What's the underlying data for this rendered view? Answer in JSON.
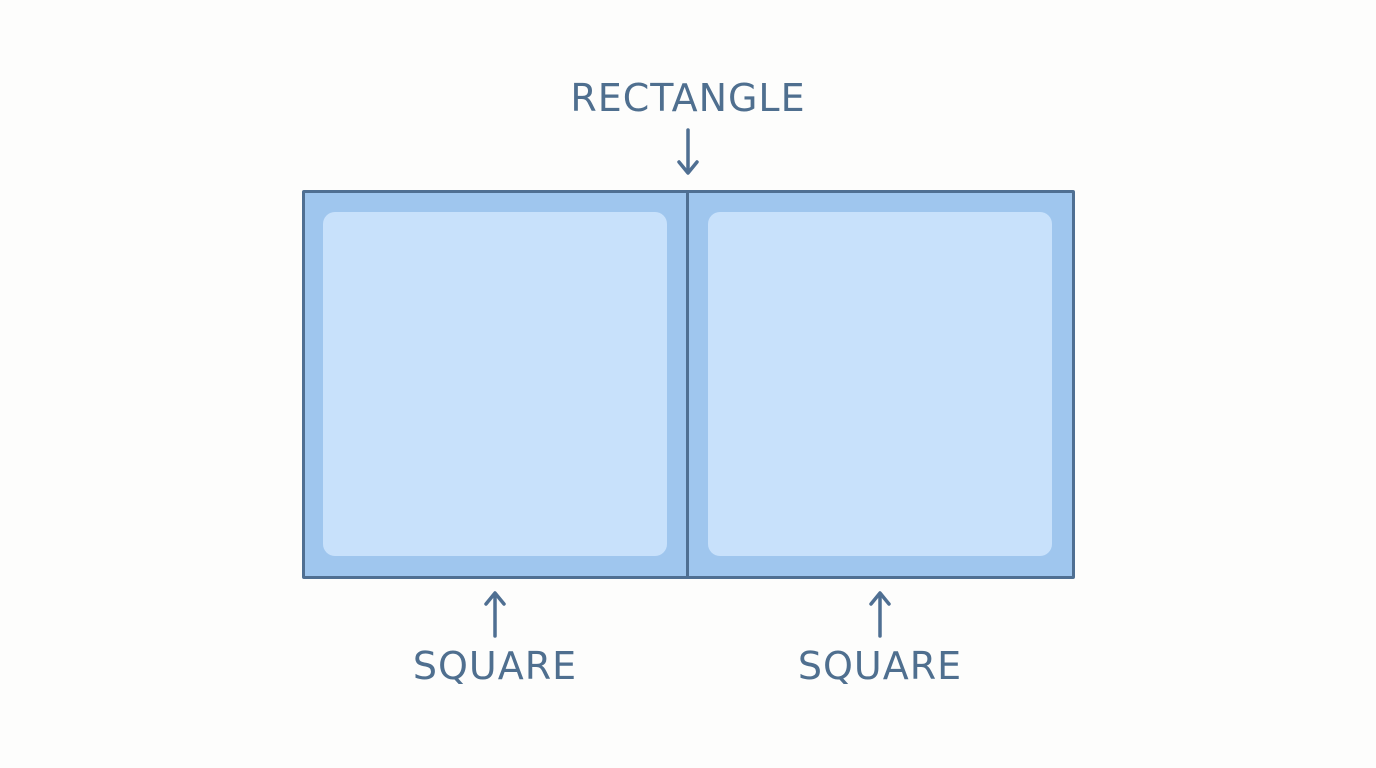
{
  "diagram": {
    "top_label": "RECTANGLE",
    "bottom_labels": [
      "SQUARE",
      "SQUARE"
    ],
    "colors": {
      "stroke": "#4f6f92",
      "outer_fill": "#9fc6ee",
      "inner_fill": "#c8e1fb",
      "text": "#4f6f8f",
      "background": "#fdfdfc"
    }
  }
}
